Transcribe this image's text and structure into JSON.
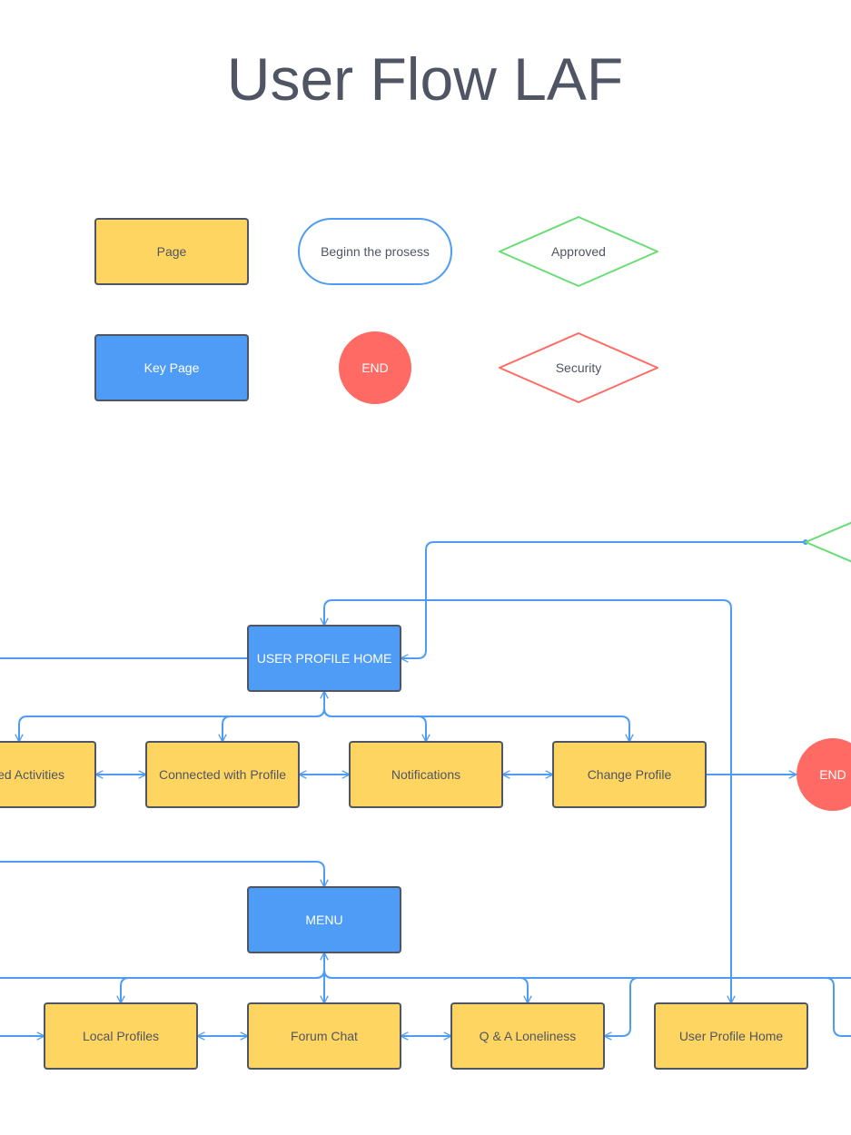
{
  "title": "User Flow LAF",
  "colors": {
    "page": "#ffd562",
    "key_page": "#4e9cf5",
    "end": "#ff6b64",
    "approved": "#69dd74",
    "security": "#ff6b64",
    "connector": "#4e9cf5",
    "border": "#4f5563",
    "text": "#4f5563"
  },
  "legend": {
    "page": "Page",
    "begin": "Beginn the prosess",
    "approved": "Approved",
    "key_page": "Key Page",
    "end": "END",
    "security": "Security"
  },
  "nodes": {
    "user_profile_home": "USER PROFILE HOME",
    "saved_activities": "ed Activities",
    "connected_with_profile": "Connected with Profile",
    "notifications": "Notifications",
    "change_profile": "Change Profile",
    "end": "END",
    "menu": "MENU",
    "local_profiles": "Local Profiles",
    "forum_chat": "Forum Chat",
    "qa_loneliness": "Q & A Loneliness",
    "user_profile_home_2": "User Profile Home"
  }
}
